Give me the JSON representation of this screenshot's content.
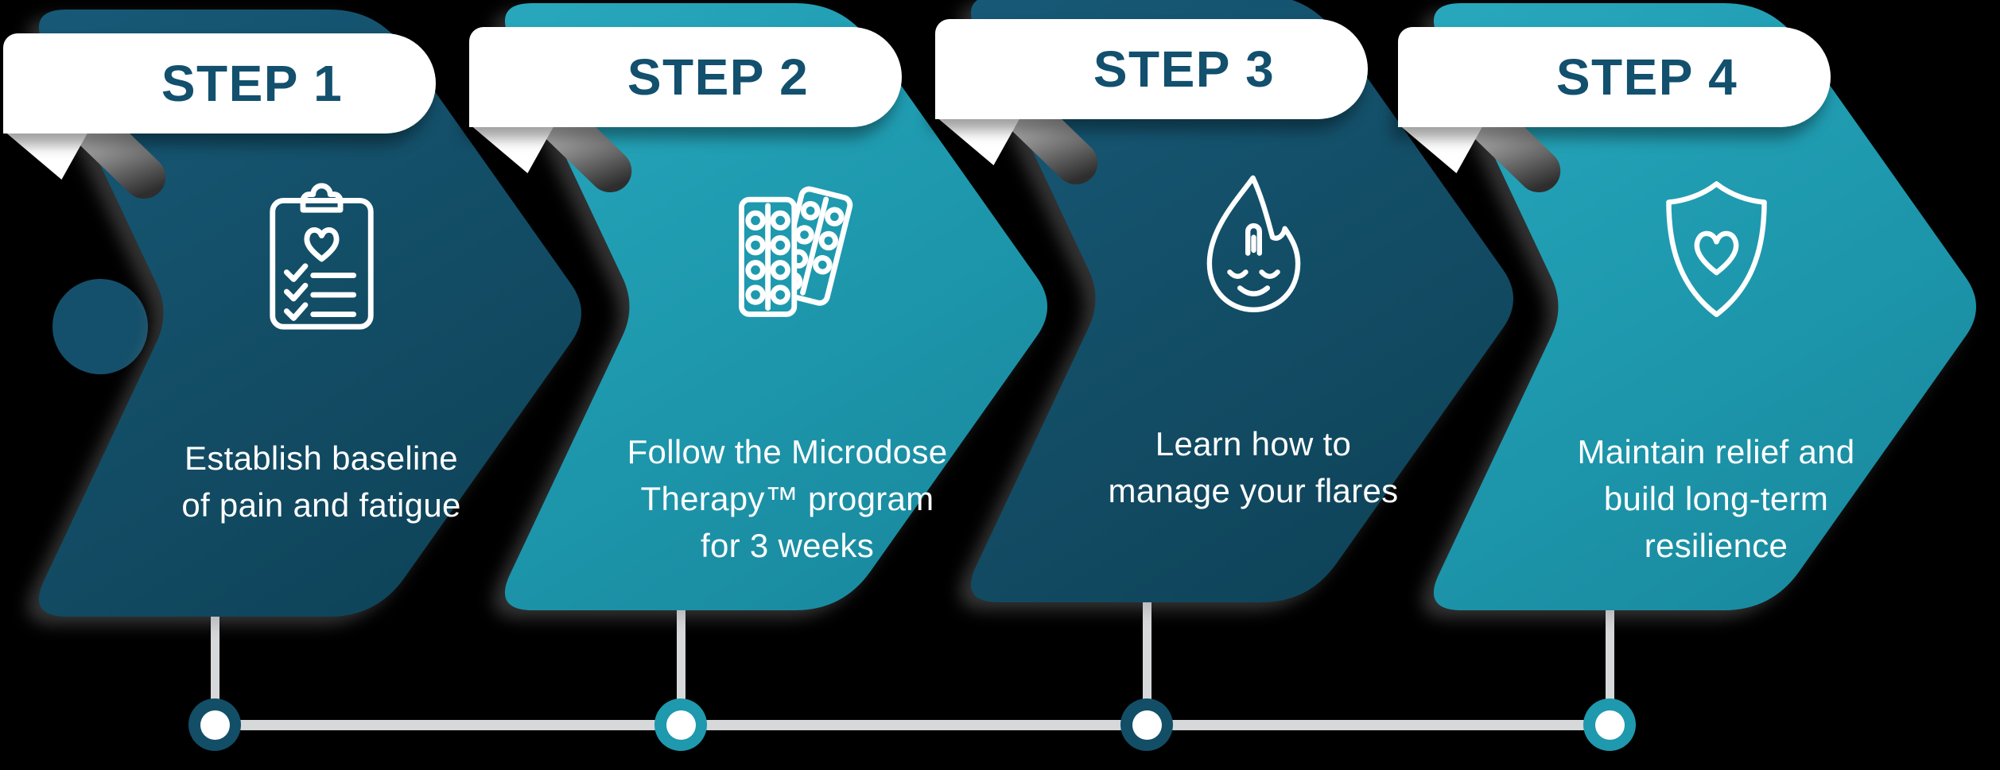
{
  "infographic": {
    "background_color": "#000000",
    "colors": {
      "dark_navy": "#134E67",
      "teal": "#1E99AE",
      "step_label_text": "#12506E",
      "timeline_gray": "#D6D8DA",
      "content_text": "#FFFFFF"
    },
    "steps": [
      {
        "label": "STEP 1",
        "description": [
          "Establish baseline",
          "of pain and fatigue"
        ],
        "icon": "clipboard-heart-checklist-icon",
        "theme": "dark_navy",
        "node_color": "#134E67"
      },
      {
        "label": "STEP 2",
        "description": [
          "Follow the Microdose",
          "Therapy™ program",
          "for 3 weeks"
        ],
        "icon": "pill-blister-packs-icon",
        "theme": "teal",
        "node_color": "#1E99AE"
      },
      {
        "label": "STEP 3",
        "description": [
          "Learn how to",
          "manage your flares"
        ],
        "icon": "calm-flame-face-icon",
        "theme": "dark_navy",
        "node_color": "#134E67"
      },
      {
        "label": "STEP 4",
        "description": [
          "Maintain relief and",
          "build long-term",
          "resilience"
        ],
        "icon": "shield-heart-icon",
        "theme": "teal",
        "node_color": "#1E99AE"
      }
    ],
    "timeline": {
      "line_color": "#D6D8DA",
      "node_colors": [
        "#134E67",
        "#1E99AE",
        "#134E67",
        "#1E99AE"
      ]
    }
  }
}
